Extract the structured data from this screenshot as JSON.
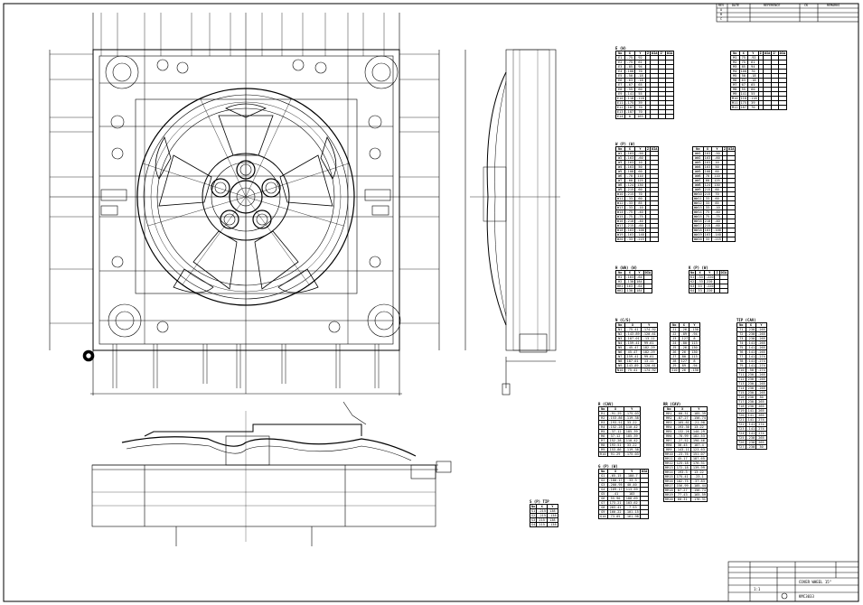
{
  "revision_block": {
    "headers": [
      "REV",
      "DATE",
      "REFERENCE",
      "CK",
      "REMARKS"
    ],
    "rows": [
      "A",
      "B",
      "C"
    ]
  },
  "title_block": {
    "part_name": "COVER WHEEL 15\"",
    "drawing_no": "KMC3033",
    "scale": "1:1"
  },
  "table_e": {
    "caption": "E (W)",
    "headers": [
      "No",
      "X",
      "Y",
      "Z",
      "DIA",
      "Z'",
      "DIA"
    ],
    "rows": [
      [
        "E1",
        "-75",
        "92"
      ],
      [
        "E2",
        "-75",
        "61"
      ],
      [
        "E3",
        "-85",
        "94"
      ],
      [
        "E4",
        "-100",
        "70"
      ],
      [
        "E5",
        "-50",
        "-18"
      ],
      [
        "E6",
        "-63",
        "-18"
      ],
      [
        "E7",
        "-67",
        "65"
      ],
      [
        "E8",
        "-55",
        "60"
      ],
      [
        "E9",
        "-141",
        "55"
      ],
      [
        "E10",
        "-118",
        "-118"
      ],
      [
        "E11",
        "-175",
        "39"
      ],
      [
        "E12",
        "-187",
        "70"
      ],
      [
        "E13",
        "-187",
        "70"
      ],
      [
        "E14",
        "0",
        "163"
      ]
    ]
  },
  "table_m": {
    "headers": [
      "No",
      "X",
      "Y",
      "Z",
      "DIA",
      "Z'",
      "DIA"
    ],
    "rows": [
      [
        "M1",
        "75",
        "-92"
      ],
      [
        "M2",
        "75",
        "61"
      ],
      [
        "M3",
        "85",
        "94"
      ],
      [
        "M4",
        "100",
        "70"
      ],
      [
        "M5",
        "50",
        "-18"
      ],
      [
        "M6",
        "63",
        "-18"
      ],
      [
        "M7",
        "67",
        "65"
      ],
      [
        "M8",
        "55",
        "60"
      ],
      [
        "M9",
        "141",
        "55"
      ],
      [
        "M10",
        "118",
        "-118"
      ],
      [
        "M11",
        "175",
        "39"
      ],
      [
        "M12",
        "187",
        "70"
      ]
    ]
  },
  "table_w": {
    "caption": "W (P) (W)",
    "headers": [
      "No",
      "X",
      "Y",
      "Z",
      "DIA"
    ],
    "rows": [
      [
        "W1",
        "-163",
        "-50"
      ],
      [
        "W2",
        "-163",
        "-60"
      ],
      [
        "W3",
        "-163",
        "10"
      ],
      [
        "W4",
        "-163",
        "50"
      ],
      [
        "W5",
        "-108",
        "60"
      ],
      [
        "W6",
        "-70",
        "110"
      ],
      [
        "W7",
        "-60",
        "125"
      ],
      [
        "W8",
        "-124",
        "130"
      ],
      [
        "W9",
        "-215",
        "60"
      ],
      [
        "W10",
        "-215",
        "70"
      ],
      [
        "W11",
        "-33",
        "60"
      ],
      [
        "W12",
        "-33",
        "85"
      ],
      [
        "W13",
        "-33",
        "-10"
      ],
      [
        "W14",
        "-75",
        "-40"
      ],
      [
        "W15",
        "-75",
        "-75"
      ],
      [
        "W16",
        "-210",
        "-40"
      ],
      [
        "W17",
        "-215",
        "-60"
      ],
      [
        "W18",
        "-163",
        "-100"
      ],
      [
        "W19",
        "-163",
        "-140"
      ],
      [
        "W20",
        "-33",
        "-215"
      ]
    ]
  },
  "table_ww": {
    "headers": [
      "No",
      "X",
      "Y",
      "Z",
      "DIA"
    ],
    "rows": [
      [
        "WW1",
        "163",
        "-50"
      ],
      [
        "WW2",
        "163",
        "-60"
      ],
      [
        "WW3",
        "163",
        "10"
      ],
      [
        "WW4",
        "163",
        "50"
      ],
      [
        "WW5",
        "108",
        "60"
      ],
      [
        "WW6",
        "70",
        "110"
      ],
      [
        "WW7",
        "60",
        "125"
      ],
      [
        "WW8",
        "124",
        "130"
      ],
      [
        "WW9",
        "215",
        "60"
      ],
      [
        "WW10",
        "215",
        "70"
      ],
      [
        "WW11",
        "33",
        "60"
      ],
      [
        "WW12",
        "33",
        "85"
      ],
      [
        "WW13",
        "33",
        "-10"
      ],
      [
        "WW14",
        "75",
        "-40"
      ],
      [
        "WW15",
        "75",
        "-75"
      ],
      [
        "WW16",
        "210",
        "-40"
      ],
      [
        "WW17",
        "215",
        "-60"
      ],
      [
        "WW18",
        "163",
        "-100"
      ],
      [
        "WW19",
        "163",
        "-140"
      ],
      [
        "WW20",
        "33",
        "-215"
      ]
    ]
  },
  "table_h": {
    "caption": "H (WA) (W)",
    "headers": [
      "No",
      "X",
      "Y",
      "DIA"
    ],
    "rows": [
      [
        "H1",
        "-163",
        "-64"
      ],
      [
        "H2",
        "-130",
        "184"
      ],
      [
        "HH1",
        "163",
        "-64"
      ],
      [
        "HH2",
        "130",
        "184"
      ]
    ]
  },
  "table_k": {
    "caption": "K (P) (W)",
    "headers": [
      "No",
      "X",
      "Y",
      "Z",
      "DIA"
    ],
    "rows": [
      [
        "K1",
        "-33",
        "-220"
      ],
      [
        "K2",
        "-33",
        "220"
      ],
      [
        "K3",
        "33",
        "-220"
      ],
      [
        "K4",
        "33",
        "220"
      ]
    ]
  },
  "table_n": {
    "caption": "N (C/S)",
    "headers": [
      "No",
      "X",
      "Y"
    ],
    "rows": [
      [
        "N1",
        "-75.41",
        "-174.92"
      ],
      [
        "N2",
        "-143.89",
        "-120.61"
      ],
      [
        "N3",
        "-187.01",
        "-13.11"
      ],
      [
        "N4",
        "-159.41",
        "99.61"
      ],
      [
        "N5",
        "-45.47",
        "182.29"
      ],
      [
        "N6",
        "45.47",
        "182.29"
      ],
      [
        "N7",
        "159.41",
        "99.61"
      ],
      [
        "N8",
        "187.01",
        "13.11"
      ],
      [
        "N9",
        "143.89",
        "-120.61"
      ],
      [
        "N10",
        "75.41",
        "-174.92"
      ]
    ]
  },
  "table_j": {
    "headers": [
      "No",
      "X",
      "Y"
    ],
    "rows": [
      [
        "J1",
        "-26",
        "-130"
      ],
      [
        "J2",
        "-89",
        "-94"
      ],
      [
        "J3",
        "-127",
        "8"
      ],
      [
        "J4",
        "-80",
        "113"
      ],
      [
        "J5",
        "-26",
        "130"
      ],
      [
        "J6",
        "26",
        "130"
      ],
      [
        "J7",
        "80",
        "113"
      ],
      [
        "J8",
        "127",
        "8"
      ],
      [
        "J9",
        "89",
        "-94"
      ],
      [
        "J10",
        "26",
        "-130"
      ]
    ]
  },
  "table_t": {
    "caption": "TIP (CAV)",
    "headers": [
      "No",
      "X",
      "Y"
    ],
    "rows": [
      [
        "T1",
        "-230",
        "-265"
      ],
      [
        "T2",
        "-230",
        "-265"
      ],
      [
        "T3",
        "-230",
        "-265"
      ],
      [
        "T4",
        "-141",
        "-265"
      ],
      [
        "T5",
        "-141",
        "-265"
      ],
      [
        "T6",
        "-141",
        "-265"
      ],
      [
        "T7",
        "-141",
        "-274"
      ],
      [
        "T8",
        "-141",
        "-274"
      ],
      [
        "T9",
        "-141",
        "-274"
      ],
      [
        "T10",
        "-50",
        "-274"
      ],
      [
        "T11",
        "230",
        "-265"
      ],
      [
        "T12",
        "230",
        "-265"
      ],
      [
        "T13",
        "230",
        "-265"
      ],
      [
        "T14",
        "230",
        "-265"
      ],
      [
        "T15",
        "230",
        "-265"
      ],
      [
        "T16",
        "230",
        "30"
      ],
      [
        "T17",
        "230",
        "265"
      ],
      [
        "T18",
        "230",
        "265"
      ],
      [
        "T19",
        "141",
        "265"
      ],
      [
        "T20",
        "141",
        "265"
      ],
      [
        "T21",
        "141",
        "274"
      ],
      [
        "T22",
        "-141",
        "274"
      ],
      [
        "T23",
        "-141",
        "274"
      ],
      [
        "T24",
        "-141",
        "274"
      ],
      [
        "T25",
        "-230",
        "265"
      ],
      [
        "T26",
        "-230",
        "265"
      ],
      [
        "T27",
        "-230",
        "30"
      ]
    ]
  },
  "table_r": {
    "caption": "R (CAV)",
    "headers": [
      "No",
      "X",
      "Y"
    ],
    "rows": [
      [
        "R1",
        "-91.29",
        "-175.03"
      ],
      [
        "R2",
        "-153.86",
        "-119.38"
      ],
      [
        "R3",
        "-193.51",
        "33.22"
      ],
      [
        "R4",
        "-152.28",
        "110.42"
      ],
      [
        "R5",
        "-37.12",
        "185.39"
      ],
      [
        "R6",
        "37.12",
        "185.39"
      ],
      [
        "R7",
        "152.28",
        "110.42"
      ],
      [
        "R8",
        "193.51",
        "33.22"
      ],
      [
        "R9",
        "153.86",
        "-119.38"
      ],
      [
        "R10",
        "91.29",
        "-175.03"
      ]
    ]
  },
  "table_rr": {
    "caption": "RR (CAV)",
    "headers": [
      "No",
      "X",
      "Y"
    ],
    "rows": [
      [
        "RR1",
        "-60.31",
        "-185.39"
      ],
      [
        "RR2",
        "-87.27",
        "-156.74"
      ],
      [
        "RR3",
        "-165.81",
        "-21.98"
      ],
      [
        "RR4",
        "-193.30",
        "13.22"
      ],
      [
        "RR5",
        "-132.26",
        "140.29"
      ],
      [
        "RR6",
        "-78.99",
        "182.53"
      ],
      [
        "RR7",
        "-27.52",
        "190.46"
      ],
      [
        "RR8",
        "30.45",
        "187.4"
      ],
      [
        "RR9",
        "-143.11",
        "123.63"
      ],
      [
        "RR10",
        "-23.76",
        "151.07"
      ],
      [
        "RR11",
        "45.17",
        "187.65"
      ],
      [
        "RR12",
        "125.18",
        "176.31"
      ],
      [
        "RR13",
        "172.18",
        "139.99"
      ],
      [
        "RR14",
        "193.3",
        "13.22"
      ],
      [
        "RR15",
        "175.41",
        "-23.1"
      ],
      [
        "RR16",
        "182.75",
        "-37.83"
      ],
      [
        "RR17",
        "156.99",
        "-105.44"
      ],
      [
        "RR18",
        "87.27",
        "-156.74"
      ],
      [
        "RR19",
        "77.43",
        "-165.59"
      ],
      [
        "RR20",
        "60.31",
        "-176.31"
      ]
    ]
  },
  "table_g": {
    "caption": "G (P) (W)",
    "headers": [
      "No",
      "X",
      "Y",
      "DIA"
    ],
    "rows": [
      [
        "G1",
        "-65.15",
        "-180.7"
      ],
      [
        "G2",
        "-180.17",
        "-33.3"
      ],
      [
        "G3",
        "-200.95",
        "40.40"
      ],
      [
        "G4",
        "-169.17",
        "113.59"
      ],
      [
        "G5",
        "-41",
        "183"
      ],
      [
        "G6",
        "55.90",
        "188.69"
      ],
      [
        "G7",
        "173.21",
        "103.62"
      ],
      [
        "G8",
        "203.41",
        "-7.53"
      ],
      [
        "G9",
        "160.22",
        "-101.15"
      ],
      [
        "G10",
        "73.05",
        "-161.98"
      ]
    ]
  },
  "table_s": {
    "caption": "S (P) TIP",
    "headers": [
      "No",
      "X",
      "Y"
    ],
    "rows": [
      [
        "S1",
        "-215",
        "138"
      ],
      [
        "S2",
        "-215",
        "-138"
      ],
      [
        "S3",
        "215",
        "138"
      ],
      [
        "S4",
        "215",
        "-138"
      ]
    ]
  }
}
